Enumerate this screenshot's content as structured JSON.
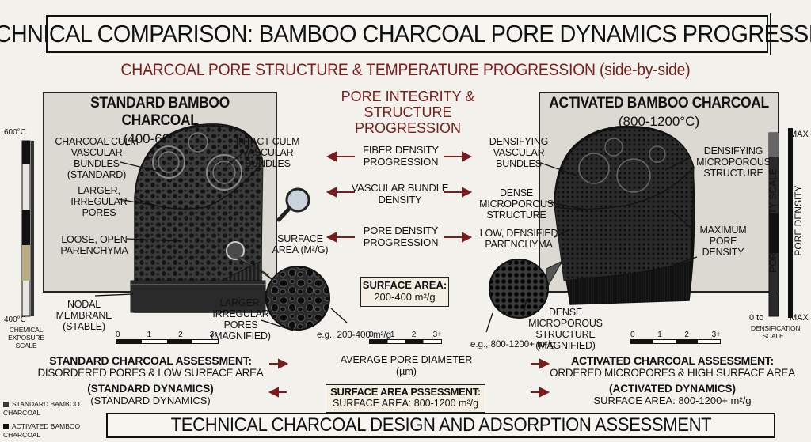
{
  "title": "TECHNICAL COMPARISON: BAMBOO CHARCOAL PORE DYNAMICS PROGRESSION",
  "subtitle": "CHARCOAL PORE STRUCTURE & TEMPERATURE PROGRESSION (side-by-side)",
  "center_header": "PORE INTEGRITY & STRUCTURE PROGRESSION",
  "left": {
    "title": "STANDARD BAMBOO CHARCOAL",
    "temp": "(400-600°C)",
    "labels": {
      "culm": "CHARCOAL CULM VASCULAR BUNDLES (STANDARD)",
      "intact": "INTACT CULM VASCULAR BUNDLES",
      "larger": "LARGER, IRREGULAR PORES",
      "loose": "LOOSE, OPEN PARENCHYMA",
      "nodal": "NODAL MEMBRANE (STABLE)",
      "magnified": "LARGER, IRREGULAR PORES (MAGNIFIED)",
      "surface": "SURFACE AREA (m²/g)",
      "eg": "e.g., 200-400 m²/g"
    },
    "assessment_title": "STANDARD CHARCOAL ASSESSMENT:",
    "assessment_text": "DISORDERED PORES & LOW SURFACE AREA",
    "dynamics_title": "(STANDARD DYNAMICS)",
    "dynamics_text": "(STANDARD DYNAMICS)"
  },
  "right": {
    "title": "ACTIVATED BAMBOO CHARCOAL",
    "temp": "(800-1200°C)",
    "labels": {
      "densifying_vb": "DENSIFYING VASCULAR BUNDLES",
      "densifying_micro": "DENSIFYING MICROPOROUS STRUCTURE",
      "dense_micro": "DENSE MICROPOROUS STRUCTURE",
      "low_dens": "LOW, DENSIFIED PARENCHYMA",
      "max_pore": "MAXIMUM PORE DENSITY",
      "magnified": "DENSE MICROPOROUS STRUCTURE (MAGNIFIED)",
      "eg": "e.g., 800-1200+ m²/g"
    },
    "assessment_title": "ACTIVATED CHARCOAL ASSESSMENT:",
    "assessment_text": "ORDERED MICROPORES & HIGH SURFACE AREA",
    "dynamics_title": "(ACTIVATED DYNAMICS)",
    "dynamics_text": "SURFACE AREA: 800-1200+ m²/g"
  },
  "center": {
    "fiber": "FIBER DENSITY PROGRESSION",
    "vascular": "VASCULAR BUNDLE DENSITY",
    "pore": "PORE DENSITY PROGRESSION",
    "surface_title": "SURFACE AREA:",
    "surface_value": "200-400 m²/g",
    "avg_pore": "AVERAGE PORE DIAMETER (µm)",
    "assess_title": "SURFACE AREA PSSESSMENT:",
    "assess_value": "SURFACE AREA: 800-1200 m²/g"
  },
  "scale_ticks": [
    "0",
    "1",
    "2",
    "3+"
  ],
  "left_scale": {
    "top": "600°C",
    "bottom": "400°C",
    "caption": "CHEMICAL EXPOSURE SCALE"
  },
  "right_scale": {
    "max1": "MAX",
    "max2": "MAX",
    "zero": "0 to",
    "caption": "DENSIFICATION SCALE",
    "label1": "PORE DENSITY SCALE",
    "label2": "PORE DENSITY"
  },
  "legend": [
    "STANDARD BAMBOO CHARCOAL",
    "ACTIVATED BAMBOO CHARCOAL"
  ],
  "footer": "TECHNICAL CHARCOAL DESIGN AND ADSORPTION ASSESSMENT",
  "colors": {
    "accent_red": "#7a1c1c",
    "charcoal_light": "#3a3a3a",
    "charcoal_dark": "#1a1a1a"
  }
}
